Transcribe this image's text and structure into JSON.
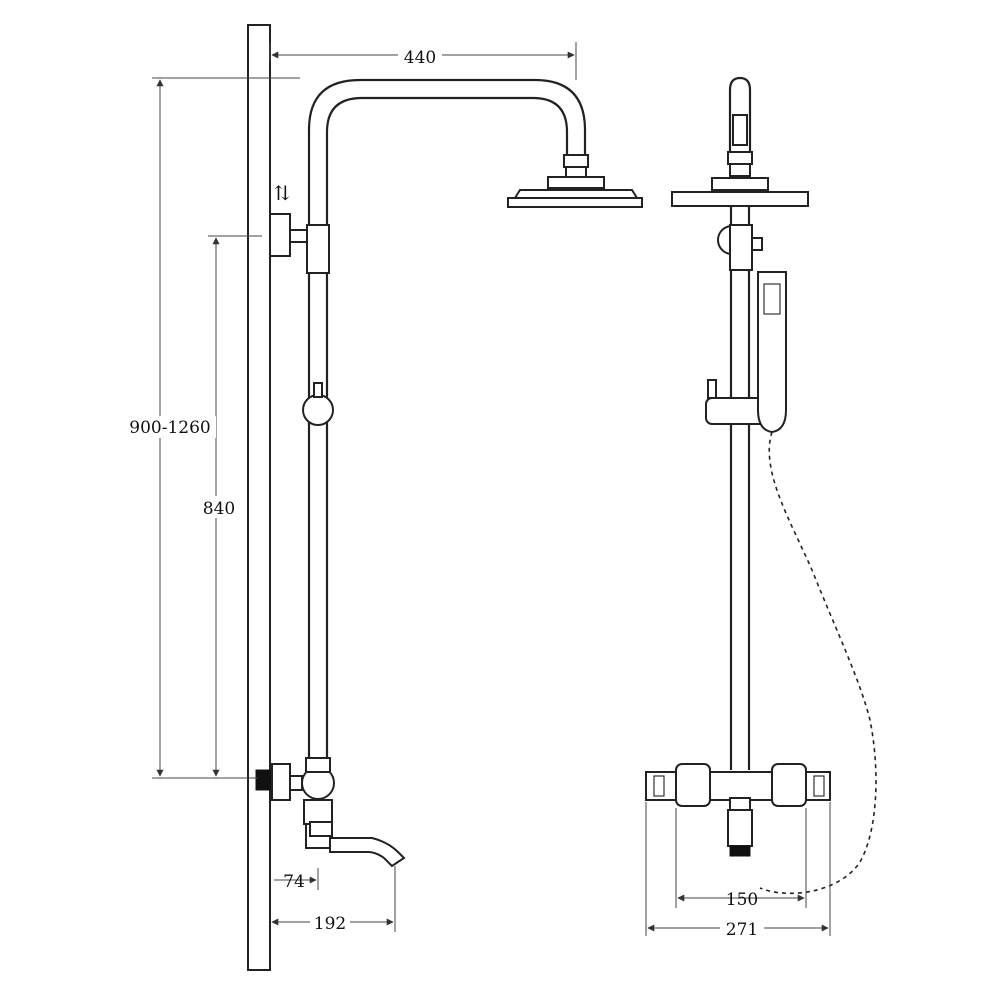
{
  "dimensions": {
    "head_reach": "440",
    "height_range": "900-1260",
    "bar_height": "840",
    "wall_offset": "74",
    "spout_reach": "192",
    "center_distance": "150",
    "body_width": "271"
  },
  "symbols": {
    "adjust_arrows": "⇅"
  },
  "colors": {
    "stroke": "#222222",
    "background": "#ffffff"
  }
}
